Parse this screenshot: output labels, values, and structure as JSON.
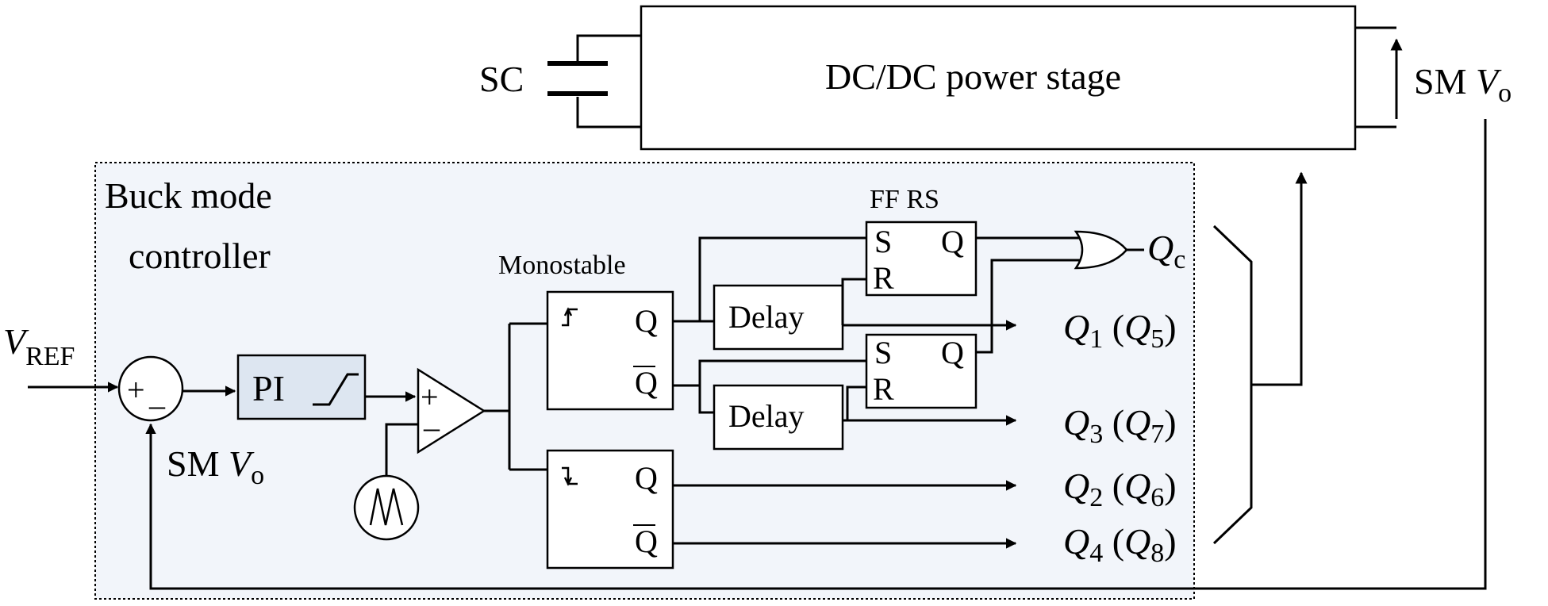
{
  "power_stage": {
    "label": "DC/DC power stage"
  },
  "supercap": {
    "label": "SC"
  },
  "output_top": {
    "prefix": "SM ",
    "var": "V",
    "sub": "o"
  },
  "controller": {
    "title_line1": "Buck mode",
    "title_line2": "controller"
  },
  "reference": {
    "var": "V",
    "sub": "REF"
  },
  "summer": {
    "plus": "+",
    "minus": "–"
  },
  "feedback": {
    "prefix": "SM ",
    "var": "V",
    "sub": "o"
  },
  "pi": {
    "label": "PI"
  },
  "comparator": {
    "plus": "+",
    "minus": "–"
  },
  "monostable": {
    "label": "Monostable",
    "q": "Q",
    "qbar": "Q"
  },
  "monostable2": {
    "q": "Q",
    "qbar": "Q"
  },
  "delay1": {
    "label": "Delay"
  },
  "delay2": {
    "label": "Delay"
  },
  "ff_top": {
    "title": "FF RS",
    "s": "S",
    "r": "R",
    "q": "Q"
  },
  "ff_bottom": {
    "s": "S",
    "r": "R",
    "q": "Q"
  },
  "outputs": {
    "qc": {
      "var": "Q",
      "sub": "c"
    },
    "q1": {
      "var": "Q",
      "sub": "1",
      "paren_var": "Q",
      "paren_sub": "5"
    },
    "q3": {
      "var": "Q",
      "sub": "3",
      "paren_var": "Q",
      "paren_sub": "7"
    },
    "q2": {
      "var": "Q",
      "sub": "2",
      "paren_var": "Q",
      "paren_sub": "6"
    },
    "q4": {
      "var": "Q",
      "sub": "4",
      "paren_var": "Q",
      "paren_sub": "8"
    }
  }
}
